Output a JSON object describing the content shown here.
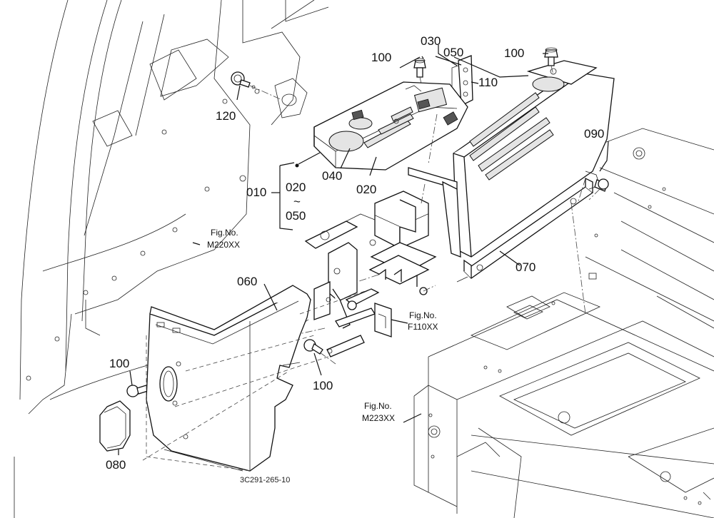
{
  "diagram": {
    "labels": {
      "p100_top": "100",
      "p030": "030",
      "p050_top": "050",
      "p100_right": "100",
      "p110": "110",
      "p120": "120",
      "p090": "090",
      "p010": "010",
      "p020_range": "020",
      "tilde": "~",
      "p050_range": "050",
      "p040": "040",
      "p020": "020",
      "p070": "070",
      "p060": "060",
      "p100_left": "100",
      "p100_mid": "100",
      "p080": "080"
    },
    "refs": {
      "m220_a": "Fig.No.",
      "m220_b": "M220XX",
      "f110_a": "Fig.No.",
      "f110_b": "F110XX",
      "m223_a": "Fig.No.",
      "m223_b": "M223XX"
    },
    "drawing_code": "3C291-265-10"
  }
}
